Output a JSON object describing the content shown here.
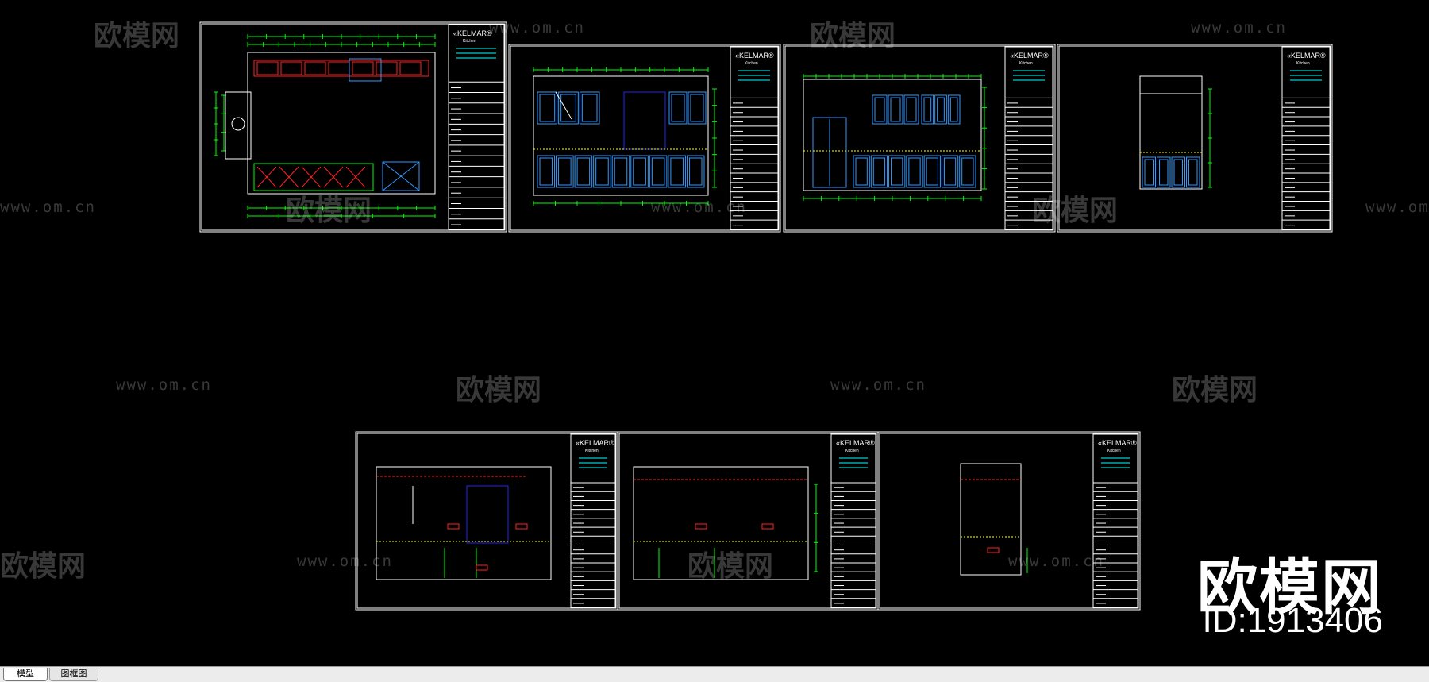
{
  "drawing": {
    "title_block": {
      "brand": "KELMAR",
      "sub": "Kitchen",
      "rows": [
        "Project",
        "Date",
        "Scale",
        "Drawn",
        "Checked",
        "Approved",
        "Sheet"
      ]
    },
    "colors": {
      "background": "#000000",
      "frame": "#ffffff",
      "dimension": "#00ff00",
      "text": "#00ffff",
      "cabinet": "#3399ff",
      "accent": "#ff2222",
      "appliance": "#2222ff",
      "counter": "#ffff00"
    }
  },
  "watermark": {
    "url_text": "www.om.cn",
    "logo_text": "欧模网"
  },
  "brand": {
    "name": "欧模网",
    "id_label": "ID:1913406"
  },
  "tabs": [
    {
      "label": "模型"
    },
    {
      "label": "图框图"
    }
  ]
}
